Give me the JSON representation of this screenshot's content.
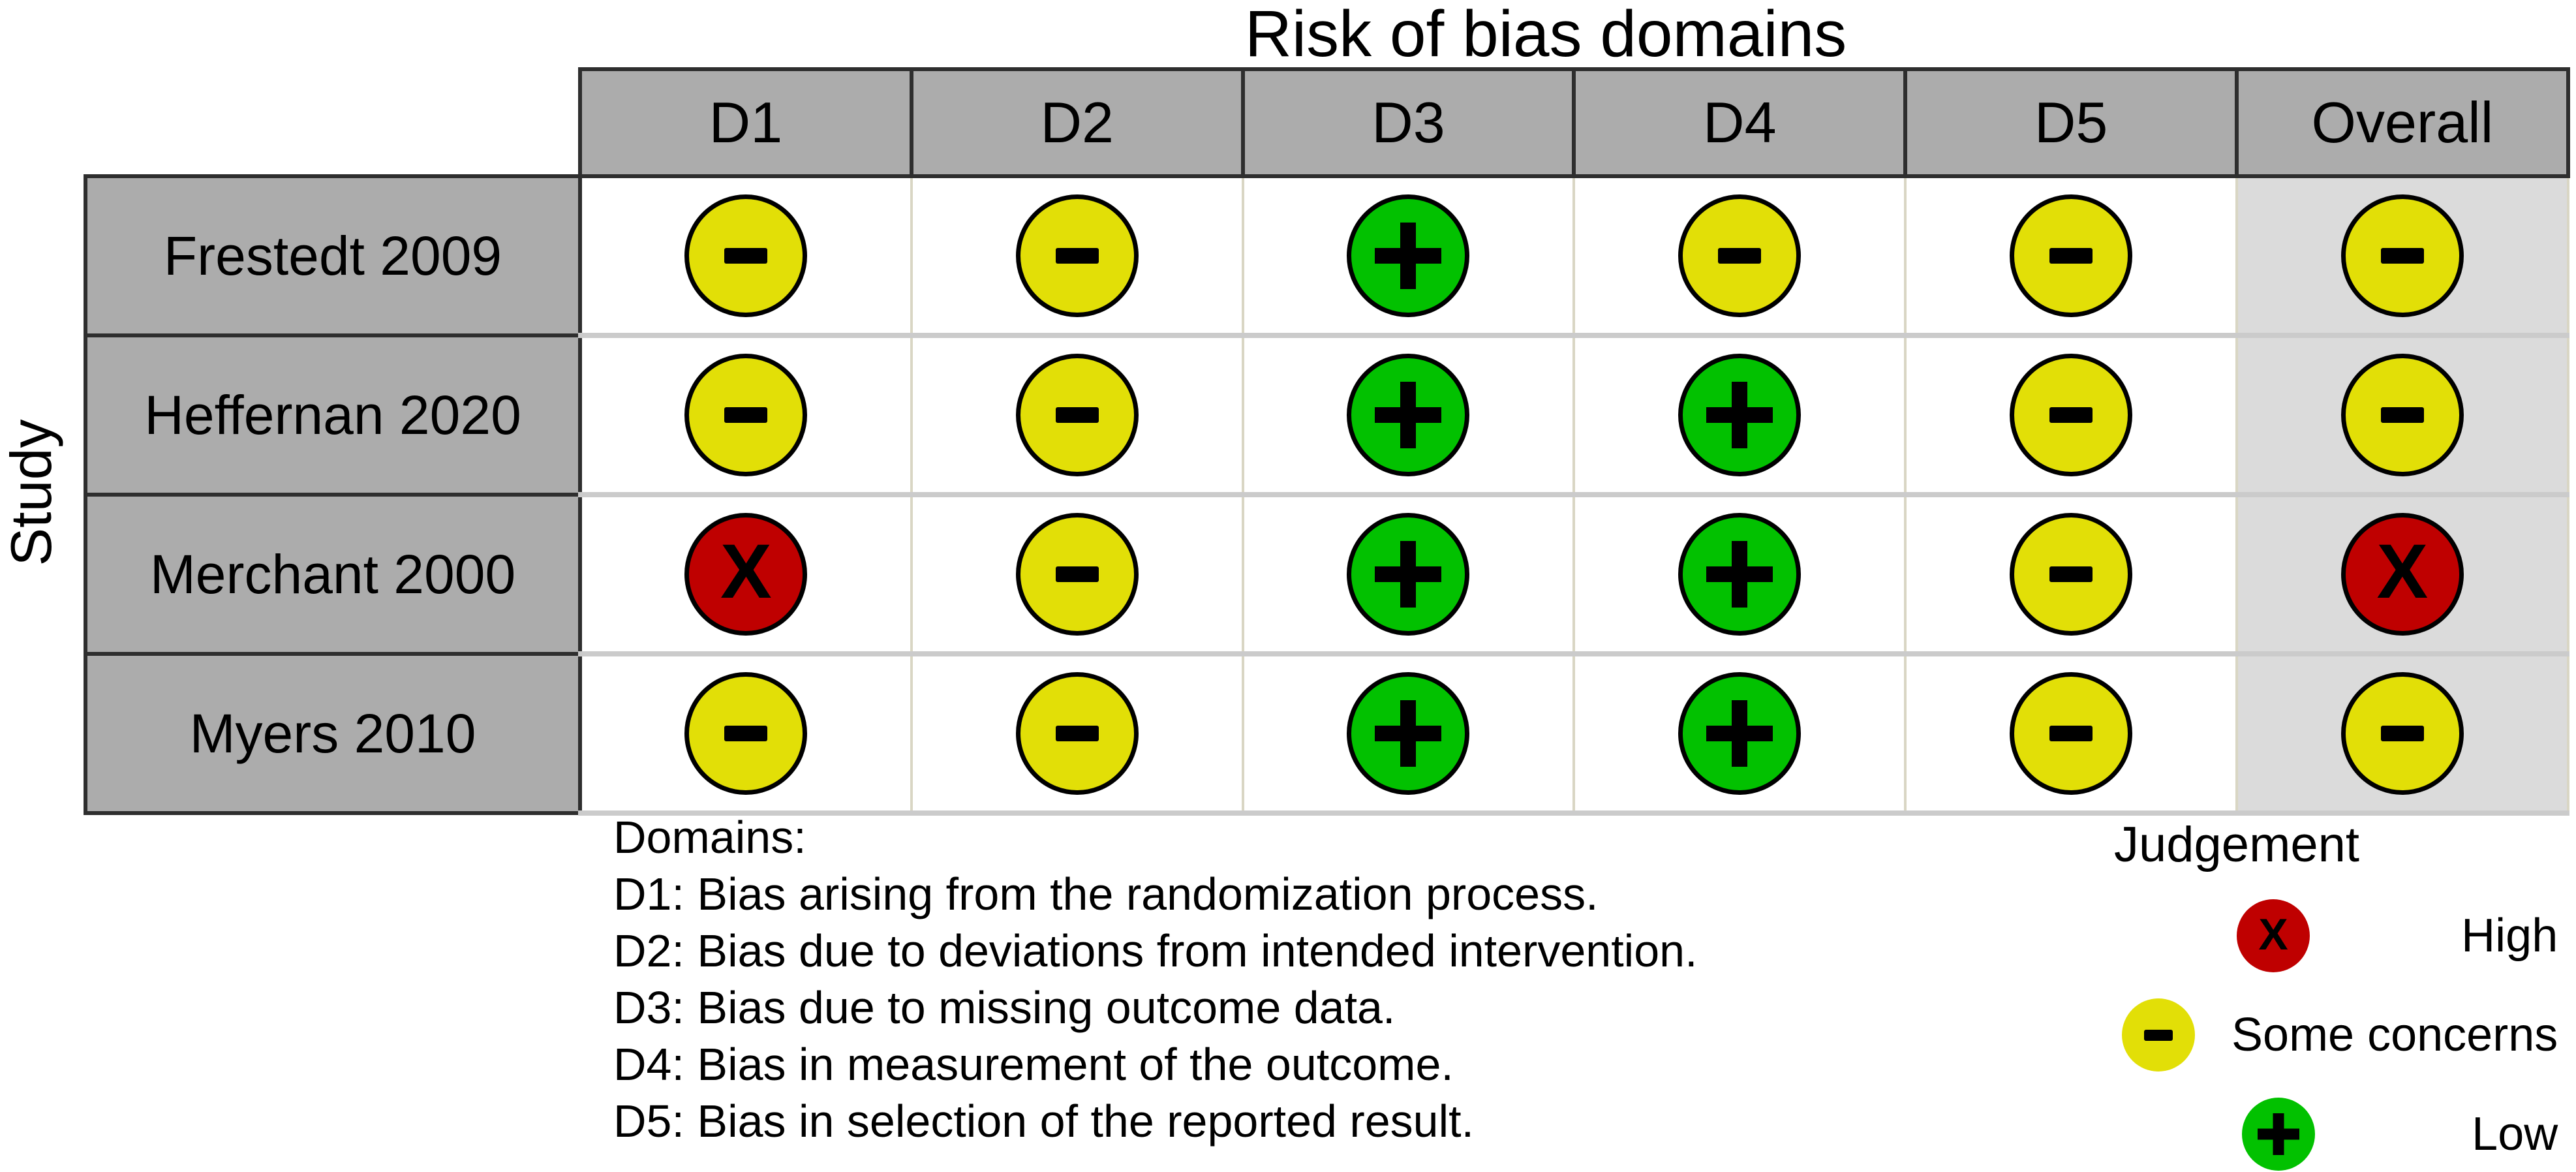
{
  "title": "Risk of bias domains",
  "axis_label": "Study",
  "table": {
    "columns": [
      "D1",
      "D2",
      "D3",
      "D4",
      "D5",
      "Overall"
    ],
    "rows": [
      {
        "study": "Frestedt 2009",
        "judgements": [
          "some_concerns",
          "some_concerns",
          "low",
          "some_concerns",
          "some_concerns",
          "some_concerns"
        ]
      },
      {
        "study": "Heffernan 2020",
        "judgements": [
          "some_concerns",
          "some_concerns",
          "low",
          "low",
          "some_concerns",
          "some_concerns"
        ]
      },
      {
        "study": "Merchant 2000",
        "judgements": [
          "high",
          "some_concerns",
          "low",
          "low",
          "some_concerns",
          "high"
        ]
      },
      {
        "study": "Myers 2010",
        "judgements": [
          "some_concerns",
          "some_concerns",
          "low",
          "low",
          "some_concerns",
          "some_concerns"
        ]
      }
    ]
  },
  "judgement_symbols": {
    "high": "X",
    "some_concerns": "-",
    "low": "+"
  },
  "judgement_colors": {
    "high": "#BF0000",
    "some_concerns": "#E2DF07",
    "low": "#02C100"
  },
  "footnote": {
    "heading": "Domains:",
    "lines": [
      "D1: Bias arising from the randomization process.",
      "D2: Bias due to deviations from intended intervention.",
      "D3: Bias due to missing outcome data.",
      "D4: Bias in measurement of the outcome.",
      "D5: Bias in selection of the reported result."
    ]
  },
  "legend": {
    "title": "Judgement",
    "items": [
      {
        "judgement": "high",
        "symbol": "X",
        "label": "High",
        "color": "#BF0000"
      },
      {
        "judgement": "some_concerns",
        "symbol": "-",
        "label": "Some concerns",
        "color": "#E2DF07"
      },
      {
        "judgement": "low",
        "symbol": "+",
        "label": "Low",
        "color": "#02C100"
      }
    ]
  },
  "chart_data": {
    "type": "table",
    "title": "Risk of bias domains",
    "ylabel": "Study",
    "x_categories": [
      "D1",
      "D2",
      "D3",
      "D4",
      "D5",
      "Overall"
    ],
    "y_categories": [
      "Frestedt 2009",
      "Heffernan 2020",
      "Merchant 2000",
      "Myers 2010"
    ],
    "cells": [
      [
        "some concerns",
        "some concerns",
        "low",
        "some concerns",
        "some concerns",
        "some concerns"
      ],
      [
        "some concerns",
        "some concerns",
        "low",
        "low",
        "some concerns",
        "some concerns"
      ],
      [
        "high",
        "some concerns",
        "low",
        "low",
        "some concerns",
        "high"
      ],
      [
        "some concerns",
        "some concerns",
        "low",
        "low",
        "some concerns",
        "some concerns"
      ]
    ],
    "legend_entries": [
      {
        "label": "High",
        "symbol": "X",
        "color": "#BF0000"
      },
      {
        "label": "Some concerns",
        "symbol": "-",
        "color": "#E2DF07"
      },
      {
        "label": "Low",
        "symbol": "+",
        "color": "#02C100"
      }
    ],
    "domain_definitions": [
      "D1: Bias arising from the randomization process.",
      "D2: Bias due to deviations from intended intervention.",
      "D3: Bias due to missing outcome data.",
      "D4: Bias in measurement of the outcome.",
      "D5: Bias in selection of the reported result."
    ]
  }
}
